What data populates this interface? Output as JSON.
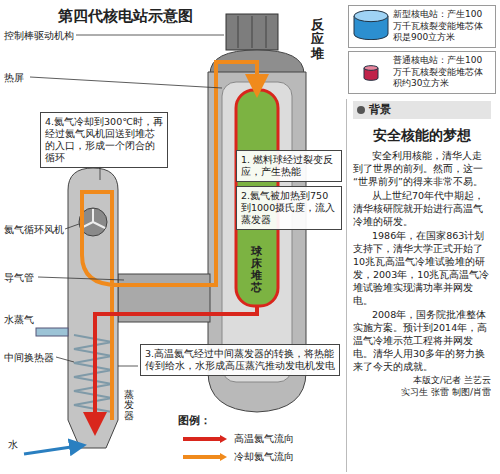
{
  "diagram": {
    "title": "第四代核电站示意图",
    "nodes": [
      {
        "text": [
          "1. 燃料球经过裂变反应，产生热能"
        ]
      },
      {
        "text": [
          "2.氦气被加热到750到1000摄氏度，流入蒸发器"
        ]
      },
      {
        "text": [
          "3.高温氦气经过中间蒸发器的转换，将热能传到给水，水形成高压蒸汽推动发电机发电"
        ]
      },
      {
        "text": [
          "4.氦气冷却到300℃时，再经过氦气风机回送到堆芯的入口，形成一个闭合的循环"
        ]
      },
      {
        "text": [
          "新型核电站：产生100万千瓦核裂变能堆芯体积是900立方米"
        ]
      },
      {
        "text": [
          "普通核电站：产生100万千瓦核裂变能堆芯体积约30立方米"
        ]
      },
      {
        "text": [
          "背景",
          "安全核能的梦想",
          "安全利用核能，清华人走到了世界的前列。然而，这一“世界前列”的得来非常不易。",
          "从上世纪70年代中期起，清华核研院就开始进行高温气冷堆的研发。",
          "1986年，在国家863计划支持下，清华大学正式开始了10兆瓦高温气冷堆试验堆的研发，2003年，10兆瓦高温气冷堆试验堆实现满功率并网发电。",
          "2008年，国务院批准整体实施方案。预计到2014年，高温气冷堆示范工程将并网发电。清华人用30多年的努力换来了今天的成就。",
          "本版文/记者 兰艺云",
          "实习生 张雷 制图/肖雷"
        ]
      }
    ],
    "labels": [
      "控制棒驱动机构",
      "热屏",
      "氦气循环风机",
      "导气管",
      "水蒸气",
      "中间换热器",
      "蒸发器",
      "水",
      "反应堆",
      "球床堆芯",
      "图例："
    ],
    "legend": [
      {
        "text": "高温氦气流向"
      },
      {
        "text": "冷却氦气流向"
      }
    ]
  }
}
